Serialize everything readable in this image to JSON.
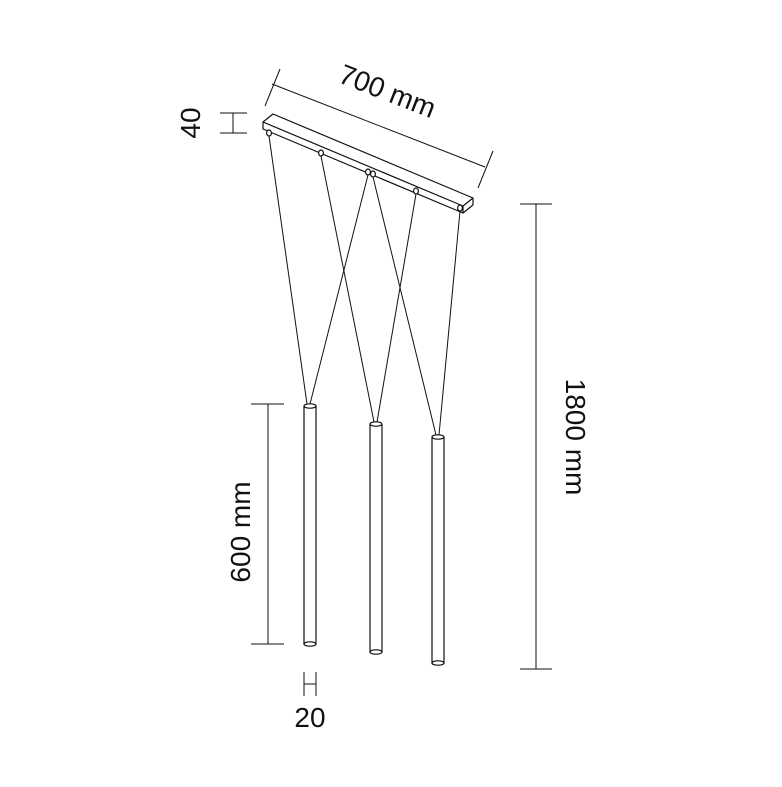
{
  "dimensions": {
    "rail_length": "700 mm",
    "rail_height": "40",
    "drop_height": "1800 mm",
    "tube_length": "600 mm",
    "tube_diameter": "20"
  },
  "colors": {
    "line": "#111111",
    "background": "#ffffff"
  }
}
